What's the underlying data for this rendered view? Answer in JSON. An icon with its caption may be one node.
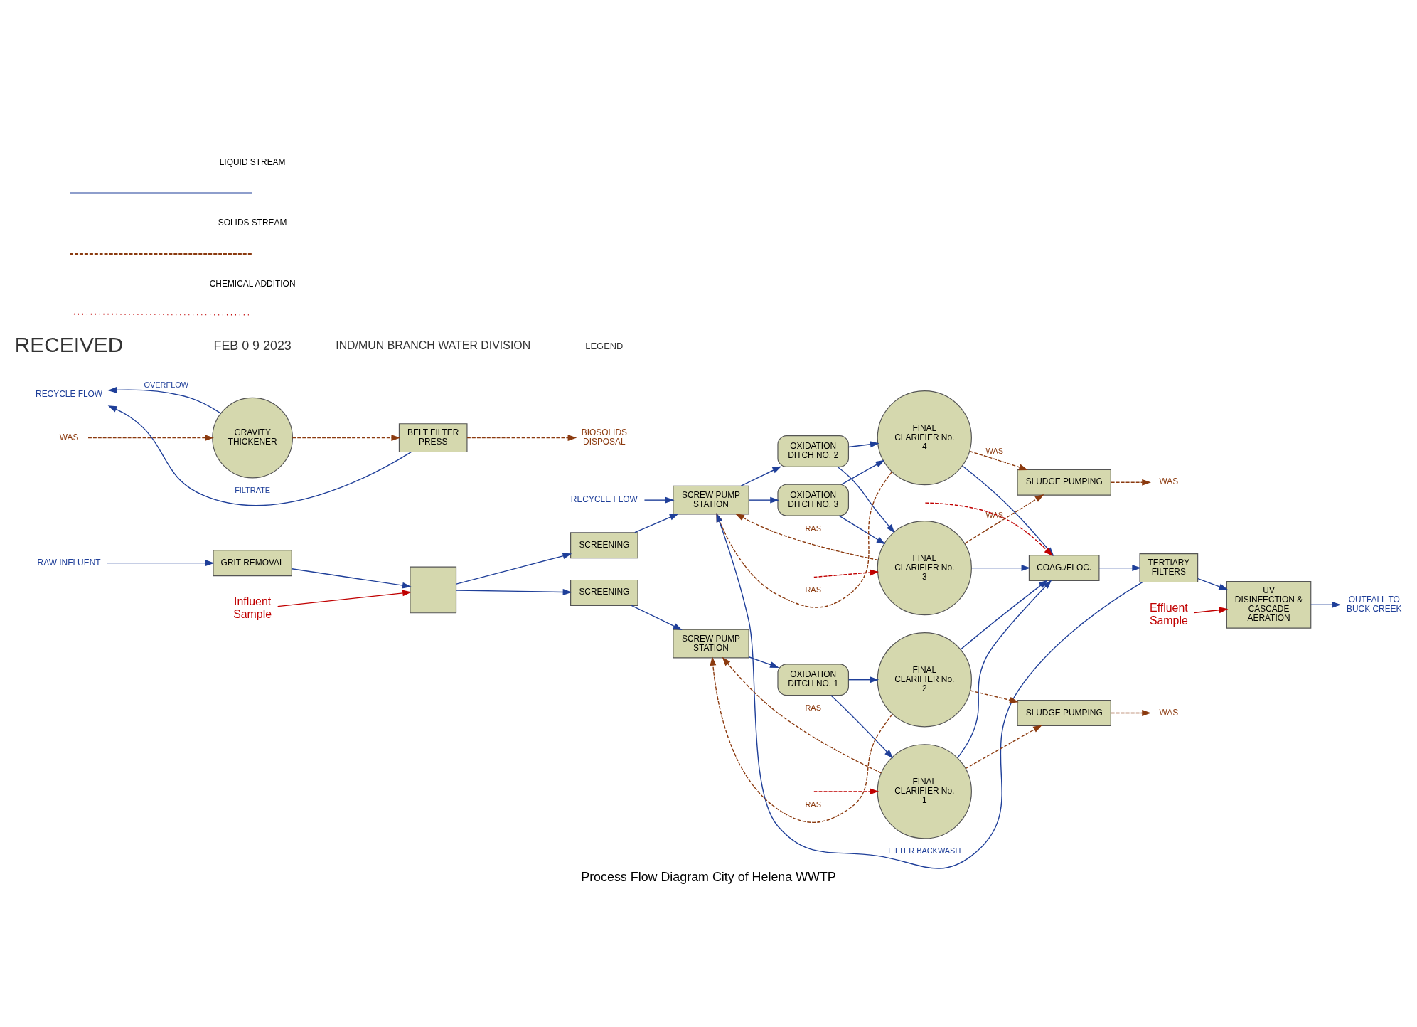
{
  "diagram": {
    "title": "Process Flow Diagram City of Helena WWTP",
    "nodes": [
      {
        "text": [
          "RAW INFLUENT"
        ]
      },
      {
        "text": [
          "GRIT REMOVAL"
        ]
      },
      {
        "text": [],
        "shape": "box"
      },
      {
        "text": [
          "SCREENING"
        ]
      },
      {
        "text": [
          "SCREW PUMP STATION"
        ]
      },
      {
        "text": [
          "OXIDATION DITCH NO. 2"
        ]
      },
      {
        "text": [
          "OXIDATION DITCH NO. 3"
        ]
      },
      {
        "text": [
          "FINAL CLARIFIER No. 3"
        ]
      },
      {
        "text": [
          "SLUDGE PUMPING"
        ]
      },
      {
        "text": [
          "FINAL CLARIFIER No. 4"
        ]
      },
      {
        "text": [
          "COAG./FLOC."
        ]
      },
      {
        "text": [
          "TERTIARY FILTERS"
        ]
      },
      {
        "text": [
          "UV DISINFECTION & CASCADE AERATION"
        ]
      },
      {
        "text": [
          "OUTFALL TO BUCK CREEK"
        ]
      },
      {
        "text": [
          "SCREENING"
        ]
      },
      {
        "text": [
          "SCREW PUMP STATION"
        ]
      },
      {
        "text": [
          "OXIDATION DITCH NO. 1"
        ]
      },
      {
        "text": [
          "FINAL CLARIFIER No. 1"
        ]
      },
      {
        "text": [
          "SLUDGE PUMPING"
        ]
      },
      {
        "text": [
          "FINAL CLARIFIER No. 2"
        ]
      },
      {
        "text": [
          "GRAVITY THICKENER"
        ]
      },
      {
        "text": [
          "BELT FILTER PRESS"
        ]
      },
      {
        "text": [
          "RECYCLE FLOW"
        ]
      },
      {
        "text": [
          "RECYCLE FLOW"
        ]
      },
      {
        "text": [
          "WAS"
        ]
      },
      {
        "text": [
          "BIOSOLIDS DISPOSAL"
        ]
      },
      {
        "text": [
          "WAS"
        ]
      },
      {
        "text": [
          "WAS"
        ]
      },
      {
        "text": [
          "Influent Sample"
        ]
      },
      {
        "text": [
          "Effluent Sample"
        ]
      }
    ],
    "edges": [
      {
        "from": 0,
        "to": 1,
        "arrow": "to"
      },
      {
        "from": 1,
        "to": 2,
        "arrow": "to"
      },
      {
        "from": 2,
        "to": 3,
        "arrow": "to"
      },
      {
        "from": 2,
        "to": 14,
        "arrow": "to"
      },
      {
        "from": 3,
        "to": 4,
        "arrow": "to"
      },
      {
        "from": 23,
        "to": 4,
        "arrow": "to"
      },
      {
        "from": 4,
        "to": 5,
        "arrow": "to"
      },
      {
        "from": 4,
        "to": 6,
        "arrow": "to"
      },
      {
        "from": 5,
        "to": 7,
        "arrow": "to"
      },
      {
        "from": 5,
        "to": 9,
        "arrow": "to"
      },
      {
        "from": 6,
        "to": 7,
        "arrow": "to"
      },
      {
        "from": 6,
        "to": 9,
        "arrow": "to"
      },
      {
        "from": null,
        "to": 7,
        "arrow": "to",
        "style": "dashed",
        "color": "#c00000"
      },
      {
        "from": 7,
        "to": 10,
        "arrow": "to"
      },
      {
        "from": 9,
        "to": 10,
        "arrow": "to"
      },
      {
        "from": null,
        "to": 10,
        "arrow": "to",
        "style": "dashed",
        "color": "#c00000"
      },
      {
        "from": 10,
        "to": 11,
        "arrow": "to"
      },
      {
        "from": 11,
        "to": 12,
        "arrow": "to"
      },
      {
        "from": 12,
        "to": 13,
        "arrow": "to"
      },
      {
        "from": 11,
        "to": 4,
        "arrow": "to",
        "label": "FILTER BACKWASH"
      },
      {
        "from": 7,
        "to": 4,
        "arrow": "to",
        "label": "RAS",
        "style": "dashed",
        "color": "#8b3a0f"
      },
      {
        "from": 9,
        "to": 4,
        "arrow": "to",
        "label": "RAS",
        "style": "dashed",
        "color": "#8b3a0f"
      },
      {
        "from": 7,
        "to": 8,
        "arrow": "to",
        "label": "WAS",
        "style": "dashed",
        "color": "#8b3a0f"
      },
      {
        "from": 9,
        "to": 8,
        "arrow": "to",
        "label": "WAS",
        "style": "dashed",
        "color": "#8b3a0f"
      },
      {
        "from": 8,
        "to": 26,
        "arrow": "to",
        "style": "dashed",
        "color": "#8b3a0f"
      },
      {
        "from": 14,
        "to": 15,
        "arrow": "to"
      },
      {
        "from": 15,
        "to": 16,
        "arrow": "to"
      },
      {
        "from": null,
        "to": 17,
        "arrow": "to",
        "style": "dashed",
        "color": "#c00000"
      },
      {
        "from": 16,
        "to": 17,
        "arrow": "to"
      },
      {
        "from": 16,
        "to": 19,
        "arrow": "to"
      },
      {
        "from": 17,
        "to": 10,
        "arrow": "to"
      },
      {
        "from": 19,
        "to": 10,
        "arrow": "to"
      },
      {
        "from": 17,
        "to": 15,
        "arrow": "to",
        "label": "RAS",
        "style": "dashed",
        "color": "#8b3a0f"
      },
      {
        "from": 19,
        "to": 15,
        "arrow": "to",
        "label": "RAS",
        "style": "dashed",
        "color": "#8b3a0f"
      },
      {
        "from": 17,
        "to": 18,
        "arrow": "to",
        "style": "dashed",
        "color": "#8b3a0f"
      },
      {
        "from": 19,
        "to": 18,
        "arrow": "to",
        "style": "dashed",
        "color": "#8b3a0f"
      },
      {
        "from": 18,
        "to": 27,
        "arrow": "to",
        "style": "dashed",
        "color": "#8b3a0f"
      },
      {
        "from": 24,
        "to": 20,
        "arrow": "to",
        "style": "dashed",
        "color": "#8b3a0f"
      },
      {
        "from": 20,
        "to": 21,
        "arrow": "to",
        "style": "dashed",
        "color": "#8b3a0f"
      },
      {
        "from": 21,
        "to": 25,
        "arrow": "to",
        "style": "dashed",
        "color": "#8b3a0f"
      },
      {
        "from": 20,
        "to": 22,
        "arrow": "to",
        "label": "OVERFLOW"
      },
      {
        "from": 21,
        "to": 22,
        "arrow": "to",
        "label": "FILTRATE"
      },
      {
        "from": 28,
        "to": 2,
        "arrow": "to",
        "color": "#c00000"
      },
      {
        "from": 29,
        "to": 12,
        "arrow": "to",
        "color": "#c00000"
      }
    ],
    "labels": [
      "RECEIVED",
      "FEB 0 9 2023",
      "IND/MUN BRANCH WATER DIVISION",
      "LEGEND"
    ],
    "legend": [
      {
        "text": "LIQUID STREAM"
      },
      {
        "text": "SOLIDS STREAM"
      },
      {
        "text": "CHEMICAL ADDITION"
      }
    ]
  }
}
